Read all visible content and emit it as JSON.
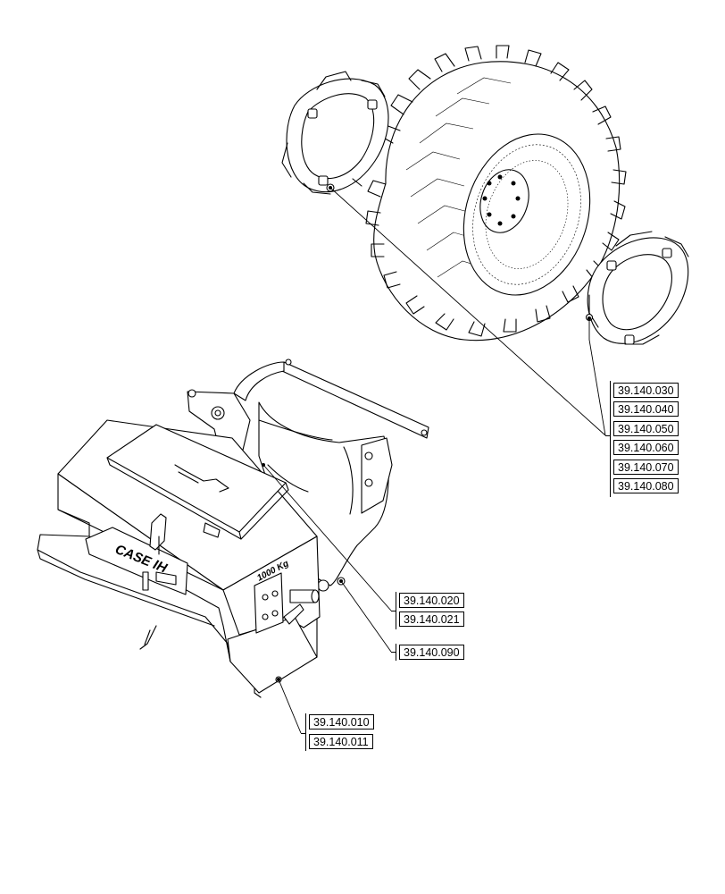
{
  "diagram": {
    "weight_marking": "1000 Kg",
    "brand_marking": "CASE IH",
    "callouts": {
      "wheel_weights": [
        "39.140.030",
        "39.140.040",
        "39.140.050",
        "39.140.060",
        "39.140.070",
        "39.140.080"
      ],
      "bracket": [
        "39.140.020",
        "39.140.021"
      ],
      "pin": [
        "39.140.090"
      ],
      "front_weight": [
        "39.140.010",
        "39.140.011"
      ]
    }
  }
}
